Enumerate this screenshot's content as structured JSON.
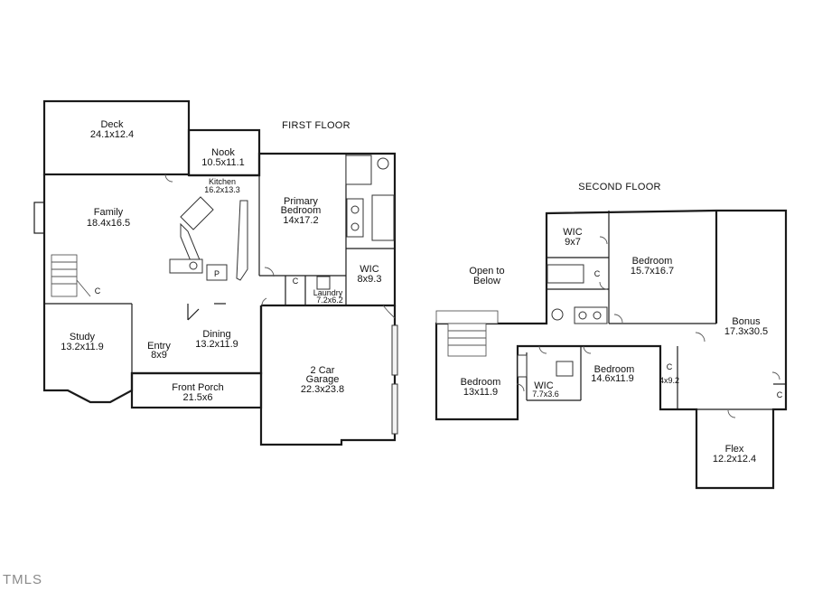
{
  "first_floor": {
    "title": "FIRST FLOOR",
    "rooms": {
      "deck": {
        "name": "Deck",
        "dims": "24.1x12.4"
      },
      "nook": {
        "name": "Nook",
        "dims": "10.5x11.1"
      },
      "kitchen": {
        "name": "Kitchen",
        "dims": "16.2x13.3"
      },
      "family": {
        "name": "Family",
        "dims": "18.4x16.5"
      },
      "primary_bedroom": {
        "name_line1": "Primary",
        "name_line2": "Bedroom",
        "dims": "14x17.2"
      },
      "wic": {
        "name": "WIC",
        "dims": "8x9.3"
      },
      "laundry": {
        "name": "Laundry",
        "dims": "7.2x6.2"
      },
      "closet": {
        "name": "C"
      },
      "pantry": {
        "name": "P"
      },
      "closet_stair": {
        "name": "C"
      },
      "study": {
        "name": "Study",
        "dims": "13.2x11.9"
      },
      "entry": {
        "name": "Entry",
        "dims": "8x9"
      },
      "dining": {
        "name": "Dining",
        "dims": "13.2x11.9"
      },
      "front_porch": {
        "name": "Front Porch",
        "dims": "21.5x6"
      },
      "garage": {
        "name_line1": "2 Car",
        "name_line2": "Garage",
        "dims": "22.3x23.8"
      }
    }
  },
  "second_floor": {
    "title": "SECOND FLOOR",
    "rooms": {
      "open_to_below": {
        "line1": "Open to",
        "line2": "Below"
      },
      "wic_top": {
        "name": "WIC",
        "dims": "9x7"
      },
      "bedroom_top": {
        "name": "Bedroom",
        "dims": "15.7x16.7"
      },
      "bonus": {
        "name": "Bonus",
        "dims": "17.3x30.5"
      },
      "bedroom_left": {
        "name": "Bedroom",
        "dims": "13x11.9"
      },
      "wic_small": {
        "name": "WIC",
        "dims": "7.7x3.6"
      },
      "bedroom_mid": {
        "name": "Bedroom",
        "dims": "14.6x11.9"
      },
      "closet_mid": {
        "name": "C",
        "dims": "4x9.2"
      },
      "closet_bath": {
        "name": "C"
      },
      "closet_bonus": {
        "name": "C"
      },
      "flex": {
        "name": "Flex",
        "dims": "12.2x12.4"
      }
    }
  },
  "watermark": "TMLS",
  "colors": {
    "wall": "#1a1a1a",
    "watermark": "#8a8a8a",
    "background": "#ffffff"
  }
}
